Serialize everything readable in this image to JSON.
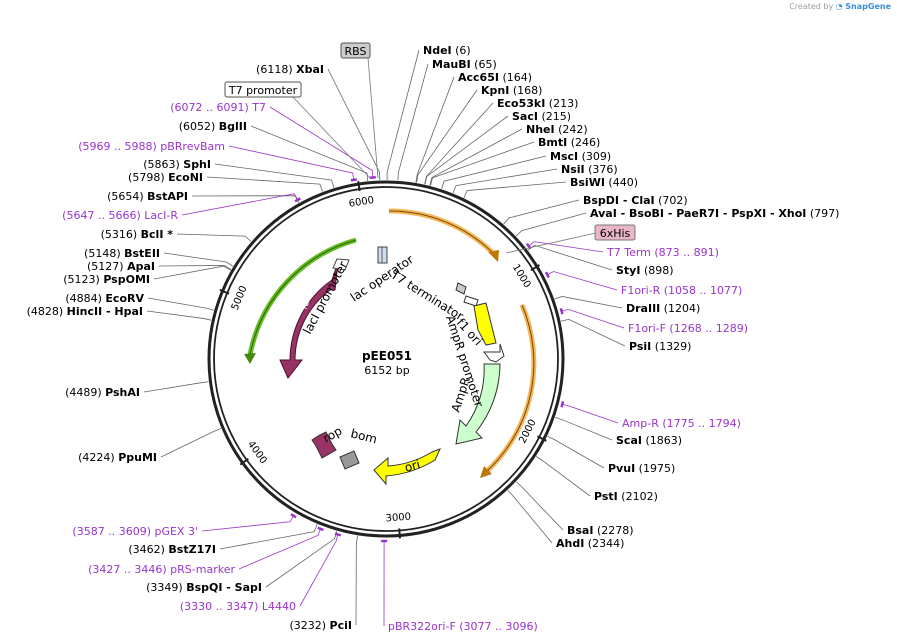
{
  "watermark": {
    "prefix": "Created by",
    "brand": "SnapGene"
  },
  "plasmid": {
    "name": "pEE051",
    "size": "6152 bp",
    "length": 6152
  },
  "ticks": [
    {
      "pos": 1000,
      "label": "1000"
    },
    {
      "pos": 2000,
      "label": "2000"
    },
    {
      "pos": 3000,
      "label": "3000"
    },
    {
      "pos": 4000,
      "label": "4000"
    },
    {
      "pos": 5000,
      "label": "5000"
    },
    {
      "pos": 6000,
      "label": "6000"
    }
  ],
  "sites": [
    {
      "name": "NdeI",
      "pos_label": "(6)",
      "pos": 6
    },
    {
      "name": "MauBI",
      "pos_label": "(65)",
      "pos": 65
    },
    {
      "name": "Acc65I",
      "pos_label": "(164)",
      "pos": 164
    },
    {
      "name": "KpnI",
      "pos_label": "(168)",
      "pos": 168
    },
    {
      "name": "Eco53kI",
      "pos_label": "(213)",
      "pos": 213
    },
    {
      "name": "SacI",
      "pos_label": "(215)",
      "pos": 215
    },
    {
      "name": "NheI",
      "pos_label": "(242)",
      "pos": 242
    },
    {
      "name": "BmtI",
      "pos_label": "(246)",
      "pos": 246
    },
    {
      "name": "MscI",
      "pos_label": "(309)",
      "pos": 309
    },
    {
      "name": "NsiI",
      "pos_label": "(376)",
      "pos": 376
    },
    {
      "name": "BsiWI",
      "pos_label": "(440)",
      "pos": 440
    },
    {
      "name": "BspDI - ClaI",
      "pos_label": "(702)",
      "pos": 702
    },
    {
      "name": "AvaI - BsoBI - PaeR7I - PspXI - XhoI",
      "pos_label": "(797)",
      "pos": 797
    },
    {
      "name": "StyI",
      "pos_label": "(898)",
      "pos": 898
    },
    {
      "name": "DraIII",
      "pos_label": "(1204)",
      "pos": 1204
    },
    {
      "name": "PsiI",
      "pos_label": "(1329)",
      "pos": 1329
    },
    {
      "name": "ScaI",
      "pos_label": "(1863)",
      "pos": 1863
    },
    {
      "name": "PvuI",
      "pos_label": "(1975)",
      "pos": 1975
    },
    {
      "name": "PstI",
      "pos_label": "(2102)",
      "pos": 2102
    },
    {
      "name": "BsaI",
      "pos_label": "(2278)",
      "pos": 2278
    },
    {
      "name": "AhdI",
      "pos_label": "(2344)",
      "pos": 2344
    },
    {
      "name": "PciI",
      "pos_label": "(3232)",
      "pos": 3232
    },
    {
      "name": "BspQI - SapI",
      "pos_label": "(3349)",
      "pos": 3349
    },
    {
      "name": "BstZ17I",
      "pos_label": "(3462)",
      "pos": 3462
    },
    {
      "name": "PpuMI",
      "pos_label": "(4224)",
      "pos": 4224
    },
    {
      "name": "PshAI",
      "pos_label": "(4489)",
      "pos": 4489
    },
    {
      "name": "HincII - HpaI",
      "pos_label": "(4828)",
      "pos": 4828
    },
    {
      "name": "EcoRV",
      "pos_label": "(4884)",
      "pos": 4884
    },
    {
      "name": "PspOMI",
      "pos_label": "(5123)",
      "pos": 5123
    },
    {
      "name": "ApaI",
      "pos_label": "(5127)",
      "pos": 5127
    },
    {
      "name": "BstEII",
      "pos_label": "(5148)",
      "pos": 5148
    },
    {
      "name": "BclI *",
      "pos_label": "(5316)",
      "pos": 5316
    },
    {
      "name": "BstAPI",
      "pos_label": "(5654)",
      "pos": 5654
    },
    {
      "name": "EcoNI",
      "pos_label": "(5798)",
      "pos": 5798
    },
    {
      "name": "SphI",
      "pos_label": "(5863)",
      "pos": 5863
    },
    {
      "name": "BglII",
      "pos_label": "(6052)",
      "pos": 6052
    },
    {
      "name": "XbaI",
      "pos_label": "(6118)",
      "pos": 6118
    }
  ],
  "primers": [
    {
      "name": "T7 Term",
      "range": "(873 .. 891)",
      "pos": 882
    },
    {
      "name": "F1ori-R",
      "range": "(1058 .. 1077)",
      "pos": 1067
    },
    {
      "name": "F1ori-F",
      "range": "(1268 .. 1289)",
      "pos": 1278
    },
    {
      "name": "Amp-R",
      "range": "(1775 .. 1794)",
      "pos": 1784
    },
    {
      "name": "pBR322ori-F",
      "range": "(3077 .. 3096)",
      "pos": 3086
    },
    {
      "name": "L4440",
      "range": "(3330 .. 3347)",
      "pos": 3338
    },
    {
      "name": "pRS-marker",
      "range": "(3427 .. 3446)",
      "pos": 3436
    },
    {
      "name": "pGEX 3'",
      "range": "(3587 .. 3609)",
      "pos": 3598
    },
    {
      "name": "LacI-R",
      "range": "(5647 .. 5666)",
      "pos": 5656
    },
    {
      "name": "pBRrevBam",
      "range": "(5969 .. 5988)",
      "pos": 5978
    },
    {
      "name": "T7",
      "range": "(6072 .. 6091)",
      "pos": 6081
    }
  ],
  "boxed_features": [
    {
      "name": "RBS",
      "style": "gray"
    },
    {
      "name": "T7 promoter",
      "style": "white"
    },
    {
      "name": "6xHis",
      "style": "pink"
    }
  ],
  "inner_features": [
    {
      "name": "T7 terminator"
    },
    {
      "name": "f1 ori"
    },
    {
      "name": "AmpR promoter"
    },
    {
      "name": "AmpR"
    },
    {
      "name": "ori"
    },
    {
      "name": "bom"
    },
    {
      "name": "rop"
    },
    {
      "name": "lacI"
    },
    {
      "name": "lacI promoter"
    },
    {
      "name": "lac operator"
    }
  ],
  "colors": {
    "backbone": "#222222",
    "orange_arc": "#f2a93b",
    "green_arc": "#66bb22",
    "lacI": "#993366",
    "ampR": "#ccffcc",
    "ori": "#ffff00",
    "primer": "#9933cc",
    "rbs_box": "#cccccc",
    "his_box": "#e8b6c6"
  }
}
